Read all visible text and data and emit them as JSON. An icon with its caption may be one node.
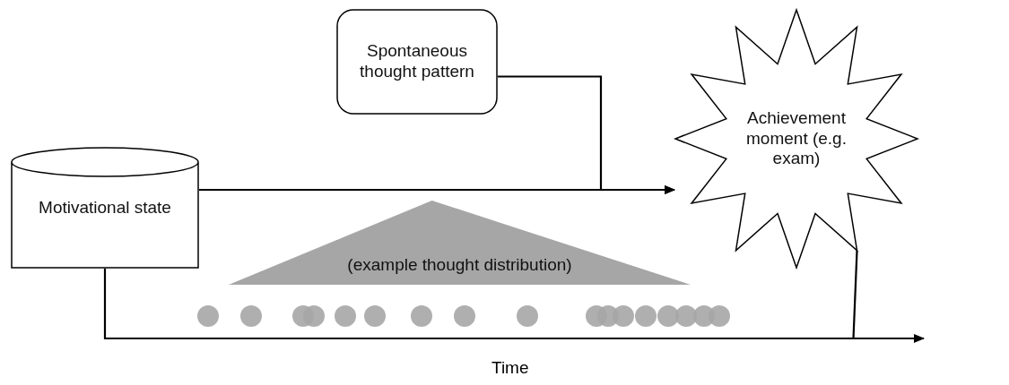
{
  "diagram": {
    "nodes": [
      {
        "text": [
          "Spontaneous thought pattern"
        ]
      },
      {
        "text": [
          "Motivational state"
        ]
      },
      {
        "text": [
          "Achievement moment (e.g. exam)"
        ]
      },
      {
        "text": [
          "(example thought distribution)"
        ]
      }
    ],
    "edges": [
      {
        "from": 1,
        "to": 2,
        "arrow": "to"
      },
      {
        "from": 0,
        "to": 2,
        "arrow": "to"
      },
      {
        "from": 1,
        "to": null,
        "arrow": "to"
      },
      {
        "from": 2,
        "to": null,
        "arrow": "none"
      }
    ],
    "labels": [
      "Time"
    ]
  }
}
